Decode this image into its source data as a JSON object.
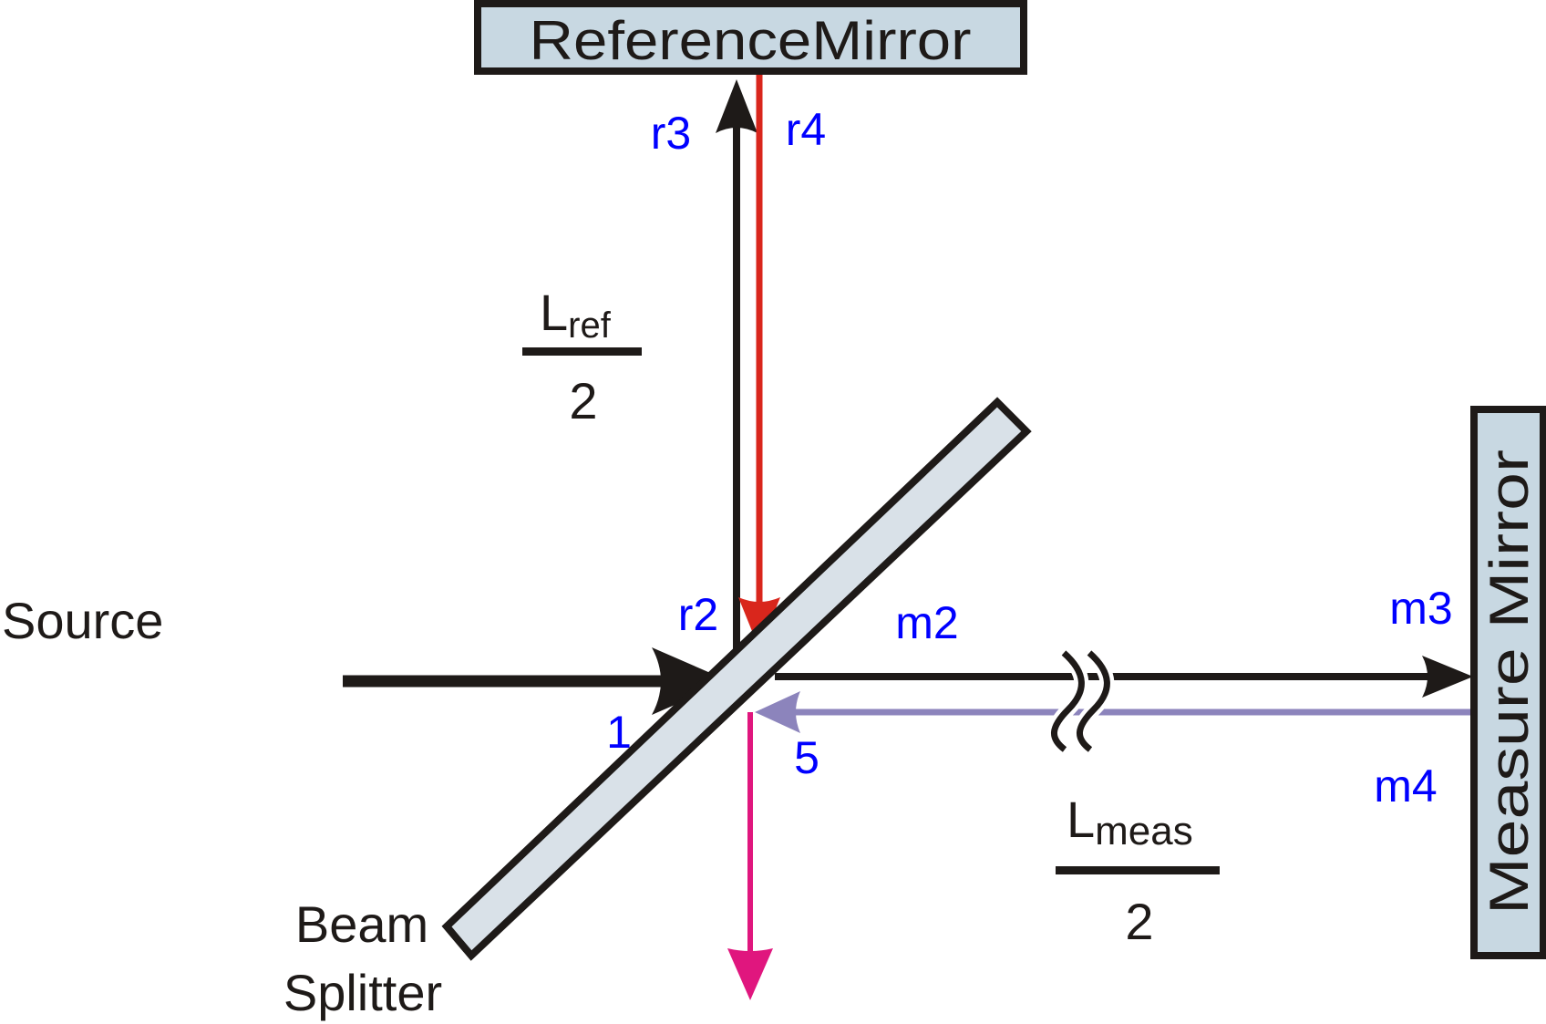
{
  "diagram": {
    "type": "michelson-interferometer",
    "components": {
      "reference_mirror": {
        "label": "ReferenceMirror"
      },
      "measure_mirror": {
        "label": "Measure Mirror"
      },
      "beam_splitter": {
        "label_line1": "Beam",
        "label_line2": "Splitter"
      },
      "source": {
        "label": "Source"
      }
    },
    "beam_labels": {
      "input": "1",
      "ref_out": "r2",
      "ref_up": "r3",
      "ref_down": "r4",
      "meas_out": "m2",
      "meas_right": "m3",
      "meas_return": "m4",
      "output": "5"
    },
    "lengths": {
      "ref": {
        "symbol": "L",
        "subscript": "ref",
        "denominator": "2"
      },
      "meas": {
        "symbol": "L",
        "subscript": "meas",
        "denominator": "2"
      }
    },
    "colors": {
      "beam_black": "#1e1a18",
      "beam_ref_return": "#d9261c",
      "beam_meas_return": "#8c84bc",
      "beam_output": "#e0167e",
      "label_blue": "#0000ff",
      "mirror_fill": "#c8d8e2",
      "splitter_fill": "#d9e1e8"
    }
  }
}
